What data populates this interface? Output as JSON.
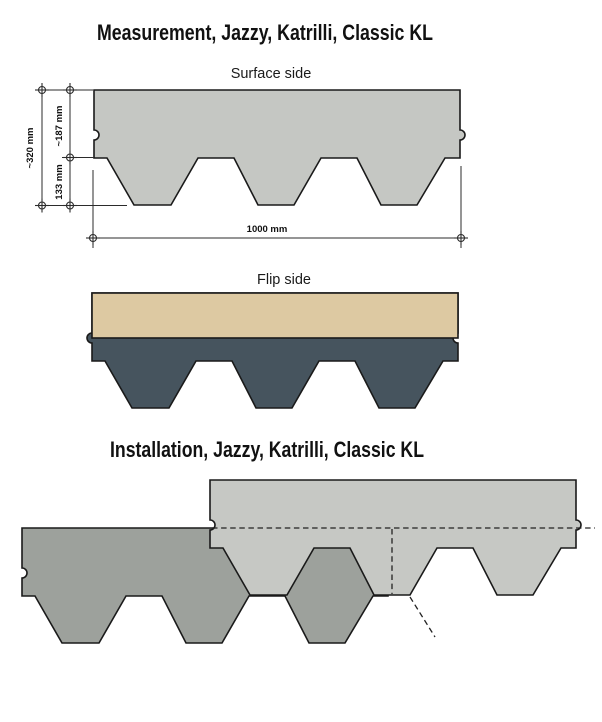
{
  "document": {
    "background": "#ffffff",
    "outline_color": "#1a1a1a",
    "dimension_line_color": "#2b2b2b"
  },
  "measurement": {
    "title": "Measurement, Jazzy, Katrilli, Classic KL",
    "surface": {
      "label": "Surface side",
      "fill": "#c5c7c3"
    },
    "flip": {
      "label": "Flip side",
      "top_fill": "#ddc9a2",
      "bottom_fill": "#46545e"
    },
    "dimensions": {
      "overall_height": "~320 mm",
      "upper_part_height": "~187 mm",
      "tab_height": "133 mm",
      "width": "1000 mm"
    }
  },
  "installation": {
    "title": "Installation, Jazzy, Katrilli, Classic KL",
    "lower_shingle_fill": "#9da19c",
    "upper_shingle_fill": "#c6c8c4"
  }
}
